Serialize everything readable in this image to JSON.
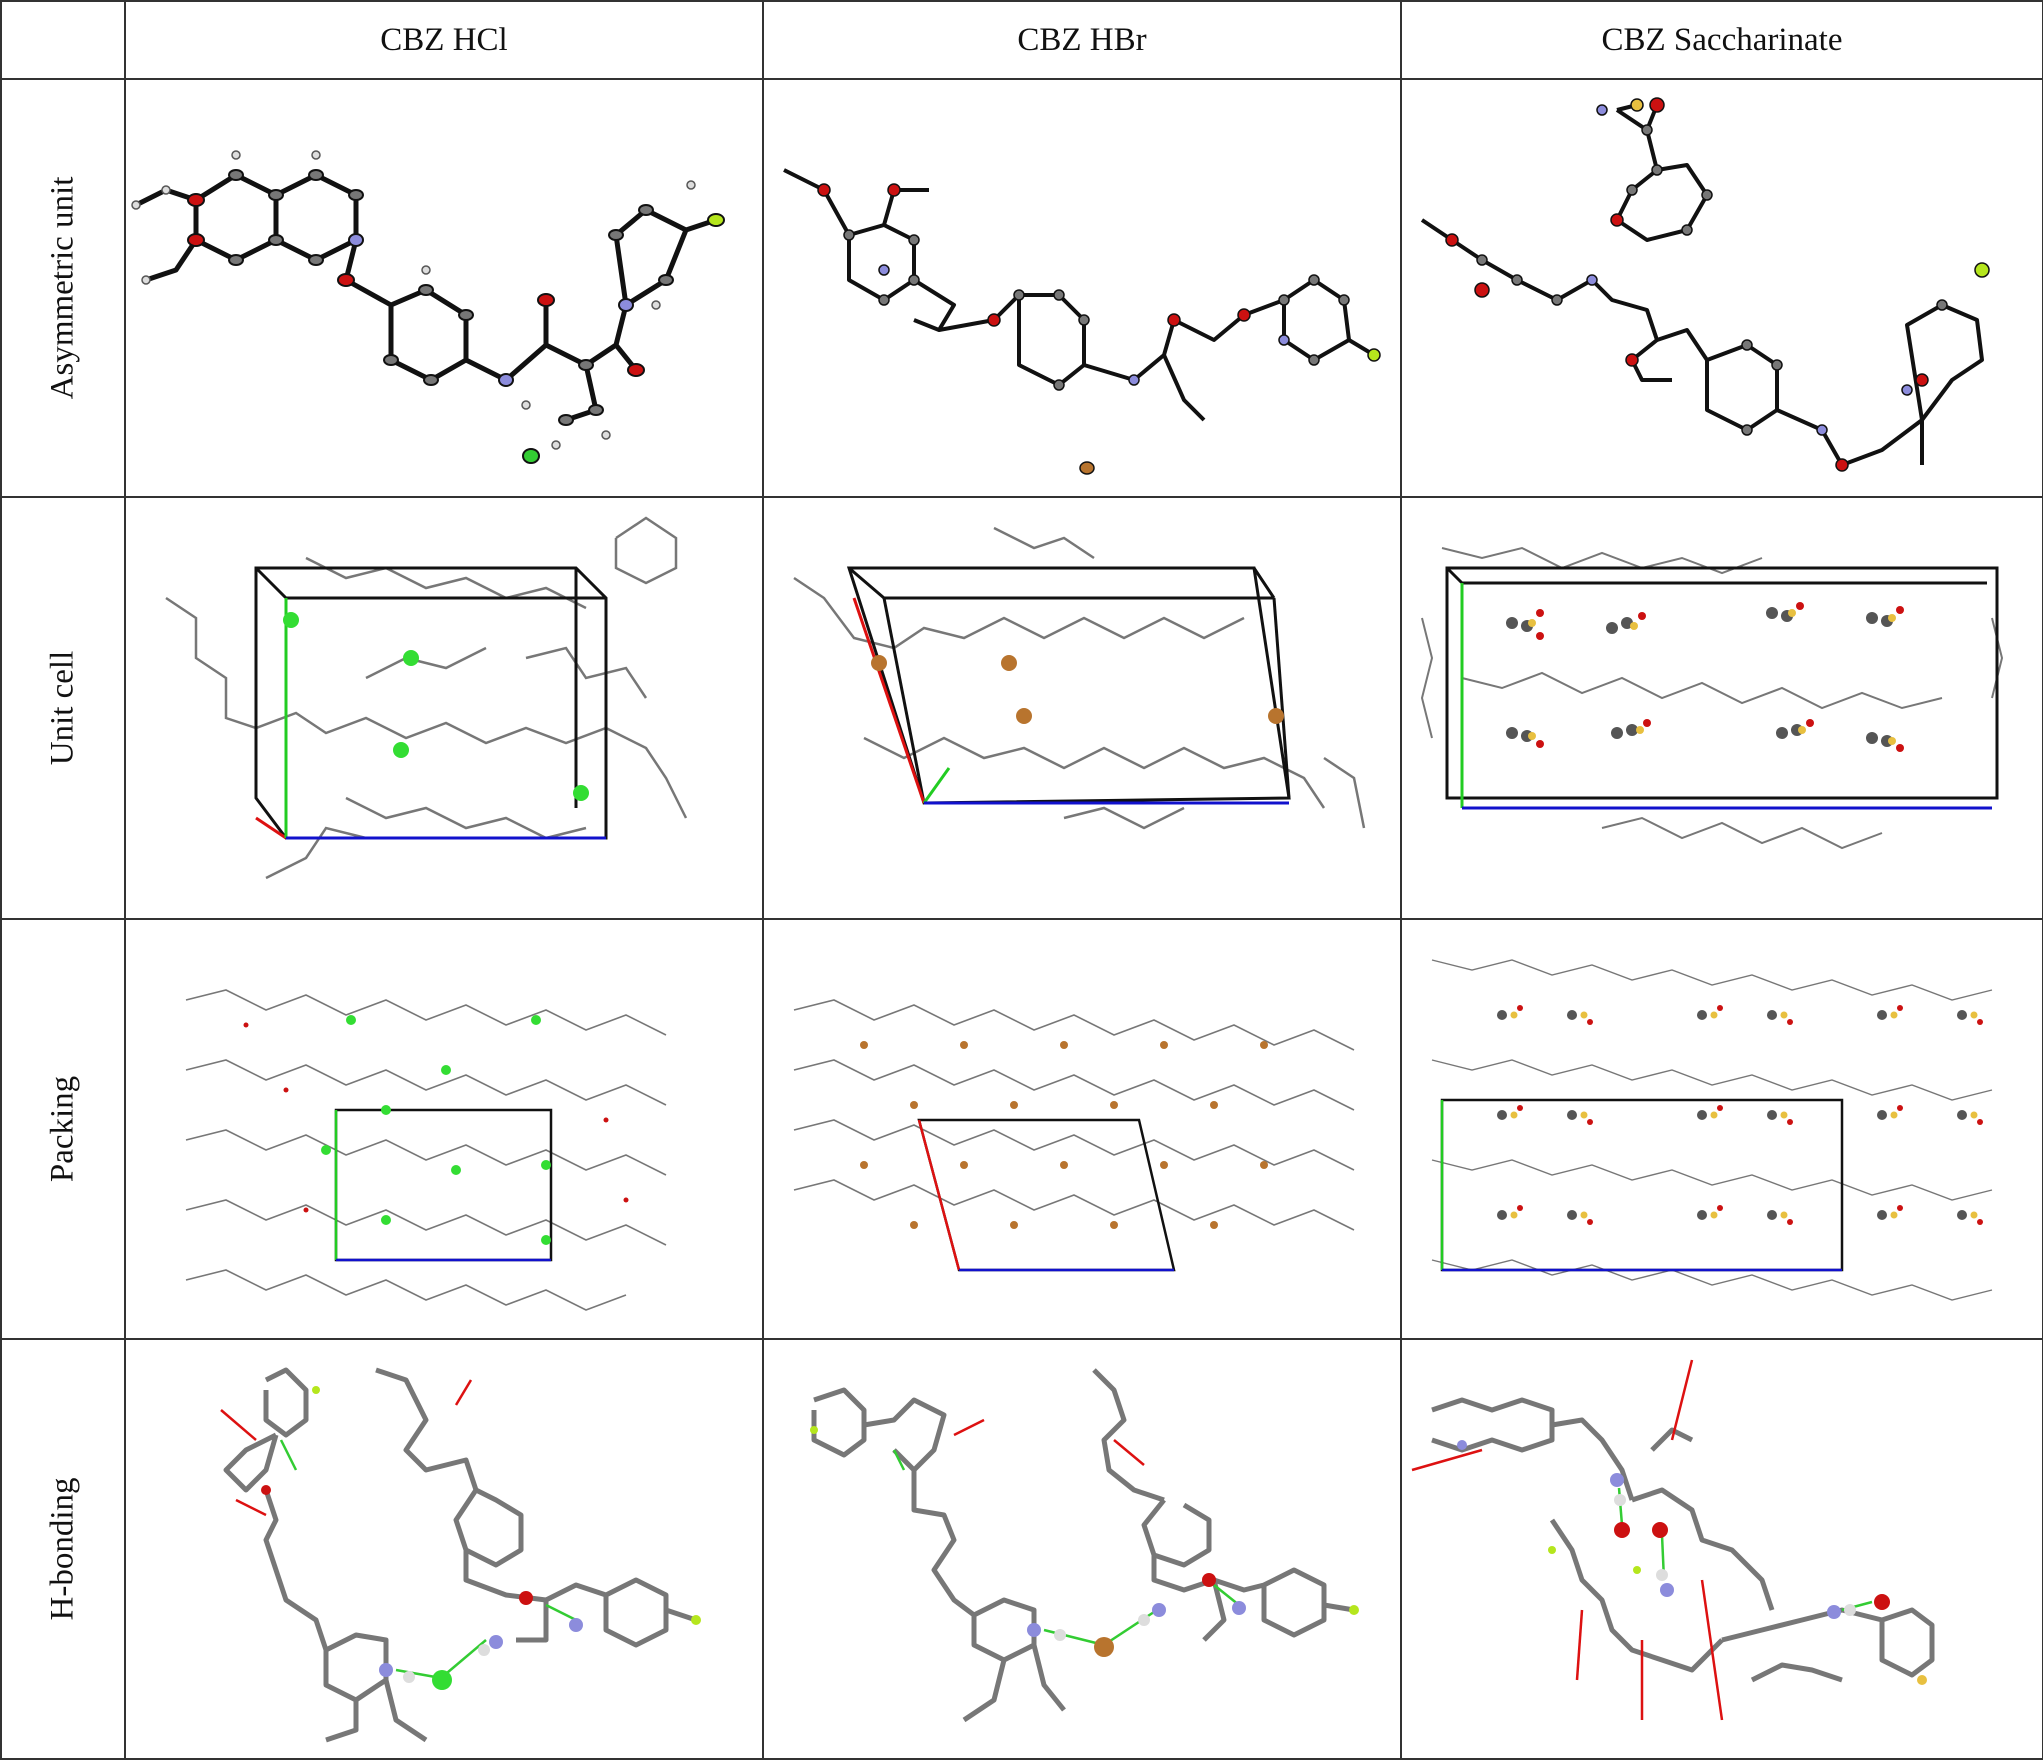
{
  "columns": [
    "CBZ HCl",
    "CBZ HBr",
    "CBZ Saccharinate"
  ],
  "rows": [
    "Asymmetric unit",
    "Unit cell",
    "Packing",
    "H-bonding"
  ],
  "colors": {
    "carbon": "#808080",
    "hydrogen": "#d9d9d9",
    "oxygen": "#cc1111",
    "nitrogen": "#8c8cdc",
    "fluorine": "#b5e61d",
    "chlorine": "#33dd33",
    "bromine": "#b8742e",
    "sulfur": "#e8c040",
    "axis_a": "#dd1111",
    "axis_b": "#22cc22",
    "axis_c": "#1111cc",
    "hbond": "#22cc66"
  }
}
